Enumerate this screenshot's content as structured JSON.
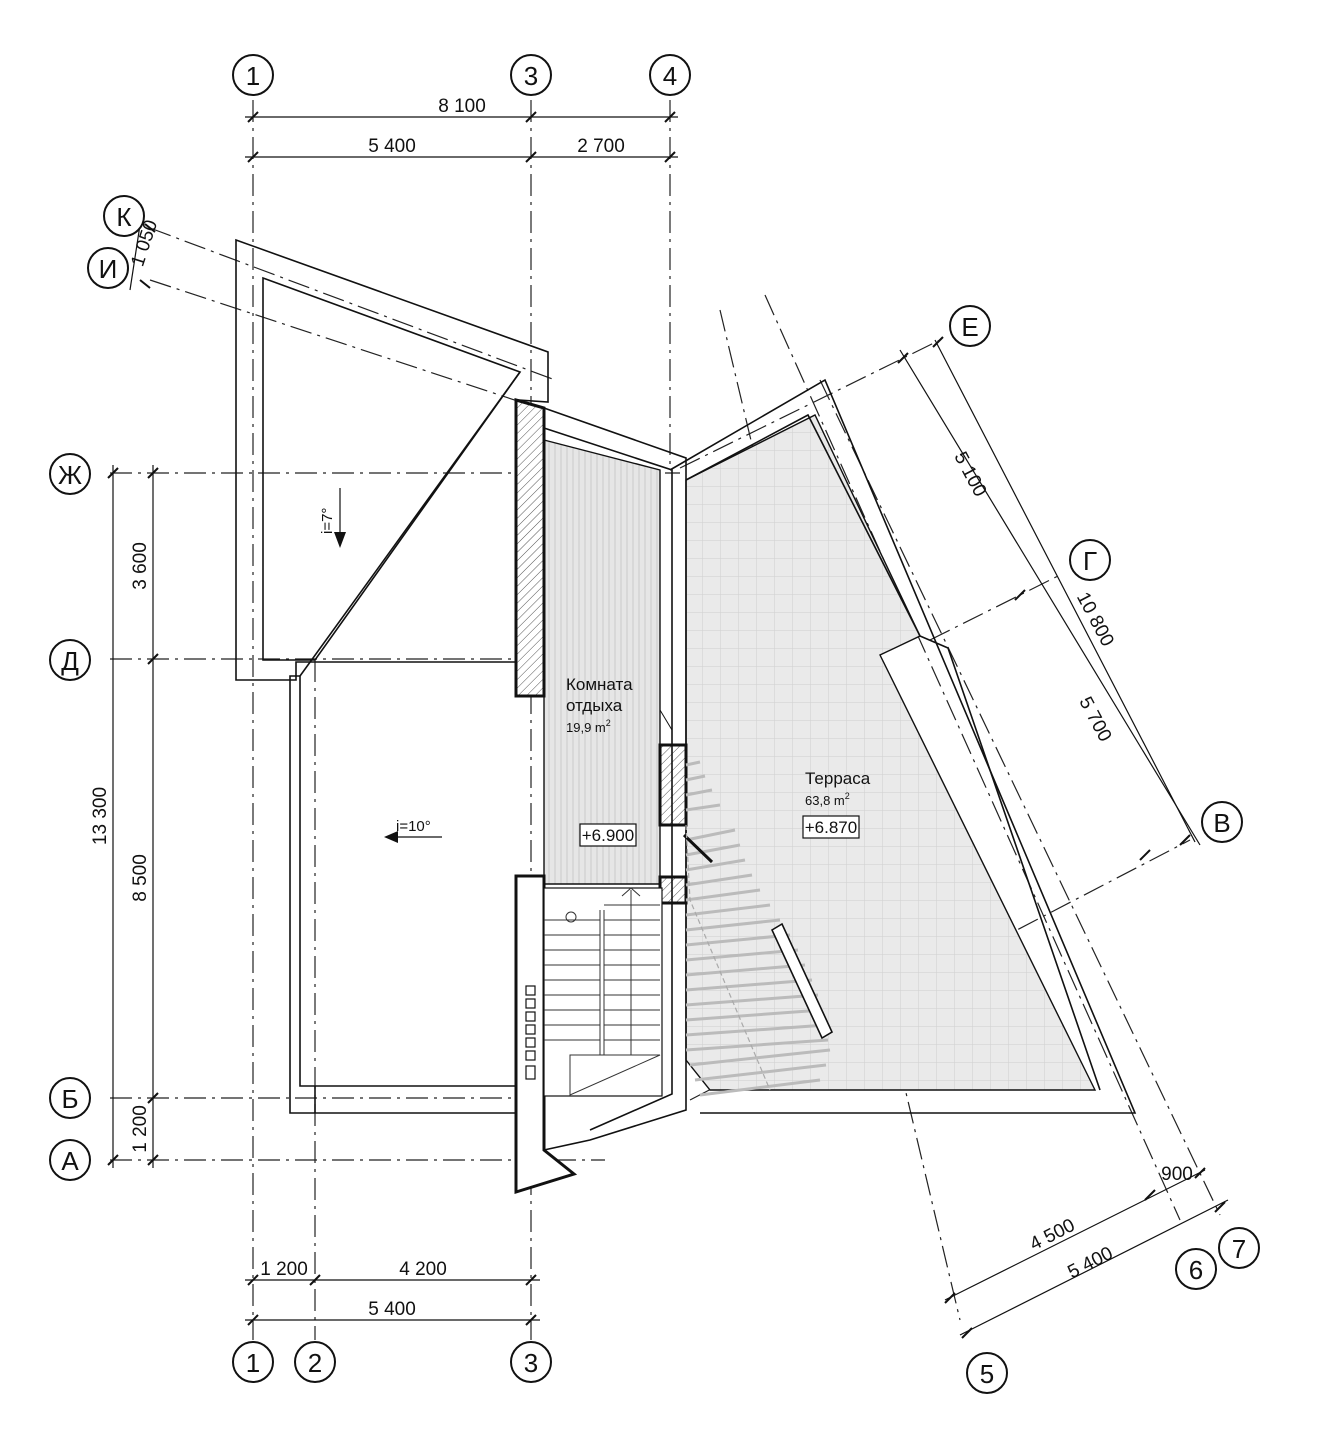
{
  "axes": {
    "top": [
      "1",
      "3",
      "4"
    ],
    "bottom": [
      "1",
      "2",
      "3"
    ],
    "left": [
      "К",
      "И",
      "Ж",
      "Д",
      "Б",
      "А"
    ],
    "right": [
      "Е",
      "Г",
      "В"
    ],
    "bottom_right": [
      "5",
      "6",
      "7"
    ]
  },
  "dims": {
    "top_total": "8 100",
    "top_1_3": "5 400",
    "top_3_4": "2 700",
    "k_i": "1 050",
    "left_total": "13 300",
    "left_zh_d": "3 600",
    "left_d_b": "8 500",
    "left_b_a": "1 200",
    "bottom_1_2": "1 200",
    "bottom_2_3": "4 200",
    "bottom_total": "5 400",
    "right_e_g": "5 100",
    "right_total": "10 800",
    "right_g_v": "5 700",
    "br_6_7": "900",
    "br_5_6": "4 500",
    "br_5_7": "5 400"
  },
  "rooms": {
    "rest": {
      "name_line1": "Комната",
      "name_line2": "отдыха",
      "area": "19,9 m",
      "level": "+6.900"
    },
    "terrace": {
      "name": "Терраса",
      "area": "63,8 m",
      "level": "+6.870"
    }
  },
  "slopes": {
    "roof_upper": "i=7°",
    "roof_lower": "i=10°"
  },
  "colors": {
    "line": "#111111",
    "fill_room": "#e8e8e8",
    "fill_terrace": "#e9e9e9"
  }
}
